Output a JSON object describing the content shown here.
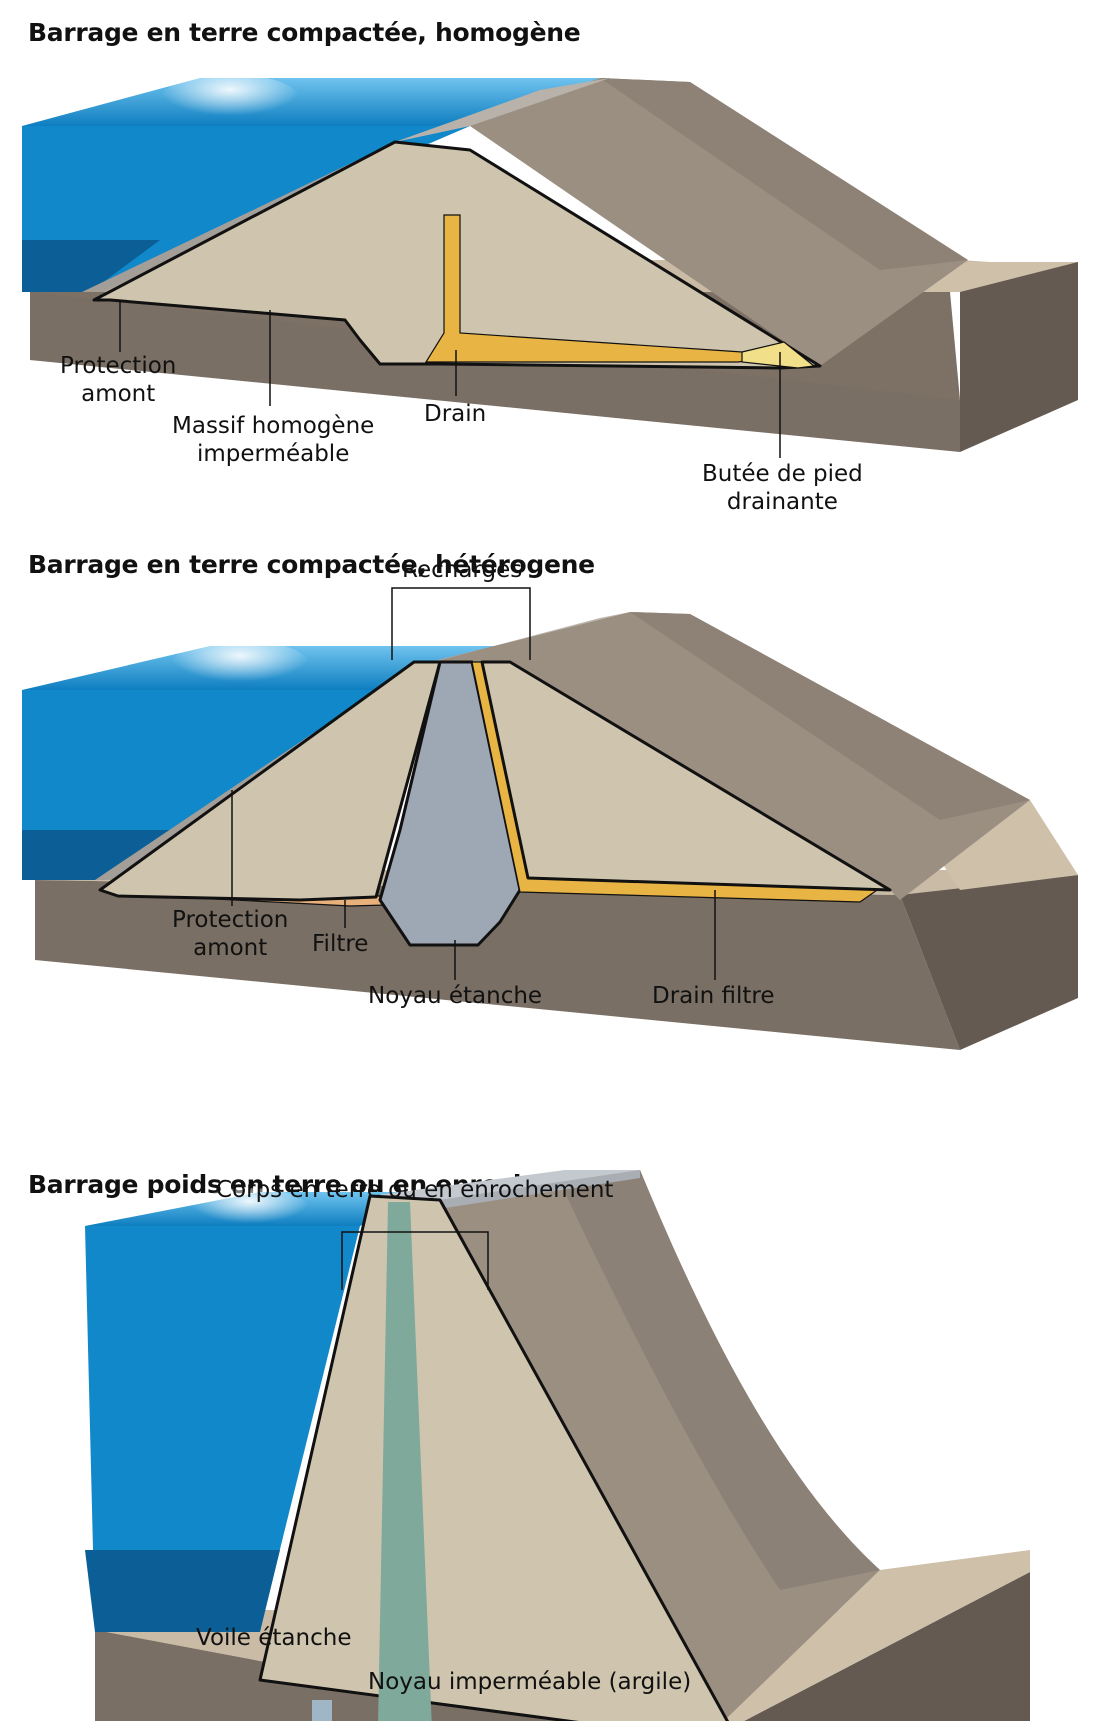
{
  "diagrams": [
    {
      "title": "Barrage en terre compactée, homogène",
      "labels": {
        "protection_1": "Protection",
        "protection_2": "amont",
        "massif_1": "Massif homogène",
        "massif_2": "imperméable",
        "drain": "Drain",
        "butee_1": "Butée de pied",
        "butee_2": "drainante"
      }
    },
    {
      "title": "Barrage en terre compactée, hétérogene",
      "labels": {
        "recharges": "Recharges",
        "protection_1": "Protection",
        "protection_2": "amont",
        "filtre": "Filtre",
        "noyau": "Noyau étanche",
        "drain_filtre": "Drain filtre"
      }
    },
    {
      "title": "Barrage poids en terre ou en enrochement",
      "labels": {
        "corps": "Corps en terre ou en enrochement",
        "voile": "Voile étanche",
        "noyau": "Noyau imperméable (argile)"
      }
    }
  ],
  "colors": {
    "water": "#1a8fd0",
    "ground_top": "#c9bba5",
    "ground_side": "#7d7166",
    "dam_fill": "#cfc4ae",
    "dam_slope": "#9b8f82",
    "drain": "#e8b444",
    "core_grey": "#9ea7b4",
    "core_green": "#7fa99b"
  }
}
